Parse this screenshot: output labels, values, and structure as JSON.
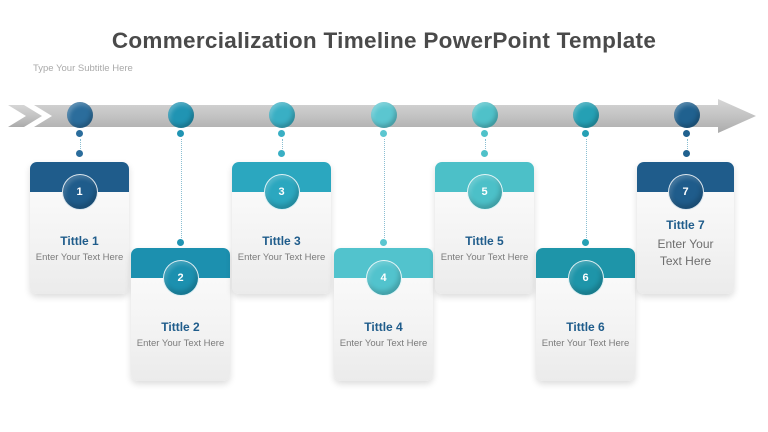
{
  "slide": {
    "title": "Commercialization Timeline PowerPoint Template",
    "subtitle": "Type Your Subtitle Here"
  },
  "palette": {
    "title_text": "#4a4a4a",
    "subtitle_text": "#aaaaaa",
    "card_title_blue": "#1f5c8b",
    "card_body_text": "#7b7b7b",
    "arrow_gray_light": "#d4d4d4",
    "arrow_gray_dark": "#aeaeae",
    "connector_dotted": "#2c8aad"
  },
  "timeline": {
    "nodes": [
      {
        "color": "#2b6d9c"
      },
      {
        "color": "#2094b3"
      },
      {
        "color": "#39afc4"
      },
      {
        "color": "#5bc6d0"
      },
      {
        "color": "#4fc1c9"
      },
      {
        "color": "#25a0b4"
      },
      {
        "color": "#20618f"
      }
    ]
  },
  "cards": [
    {
      "number": "1",
      "title": "Tittle 1",
      "text": "Enter Your Text Here",
      "header_color": "#1f5c8b",
      "row": "top"
    },
    {
      "number": "2",
      "title": "Tittle 2",
      "text": "Enter Your Text Here",
      "header_color": "#1c90af",
      "row": "bottom"
    },
    {
      "number": "3",
      "title": "Tittle 3",
      "text": "Enter Your Text Here",
      "header_color": "#2ba7bf",
      "row": "top"
    },
    {
      "number": "4",
      "title": "Tittle 4",
      "text": "Enter Your Text Here",
      "header_color": "#52c3cd",
      "row": "bottom"
    },
    {
      "number": "5",
      "title": "Tittle 5",
      "text": "Enter Your Text Here",
      "header_color": "#4cc0c8",
      "row": "top"
    },
    {
      "number": "6",
      "title": "Tittle 6",
      "text": "Enter Your Text Here",
      "header_color": "#1e95a9",
      "row": "bottom"
    },
    {
      "number": "7",
      "title": "Tittle 7",
      "text": "Enter Your Text Here",
      "header_color": "#1f5c8b",
      "row": "top"
    }
  ]
}
